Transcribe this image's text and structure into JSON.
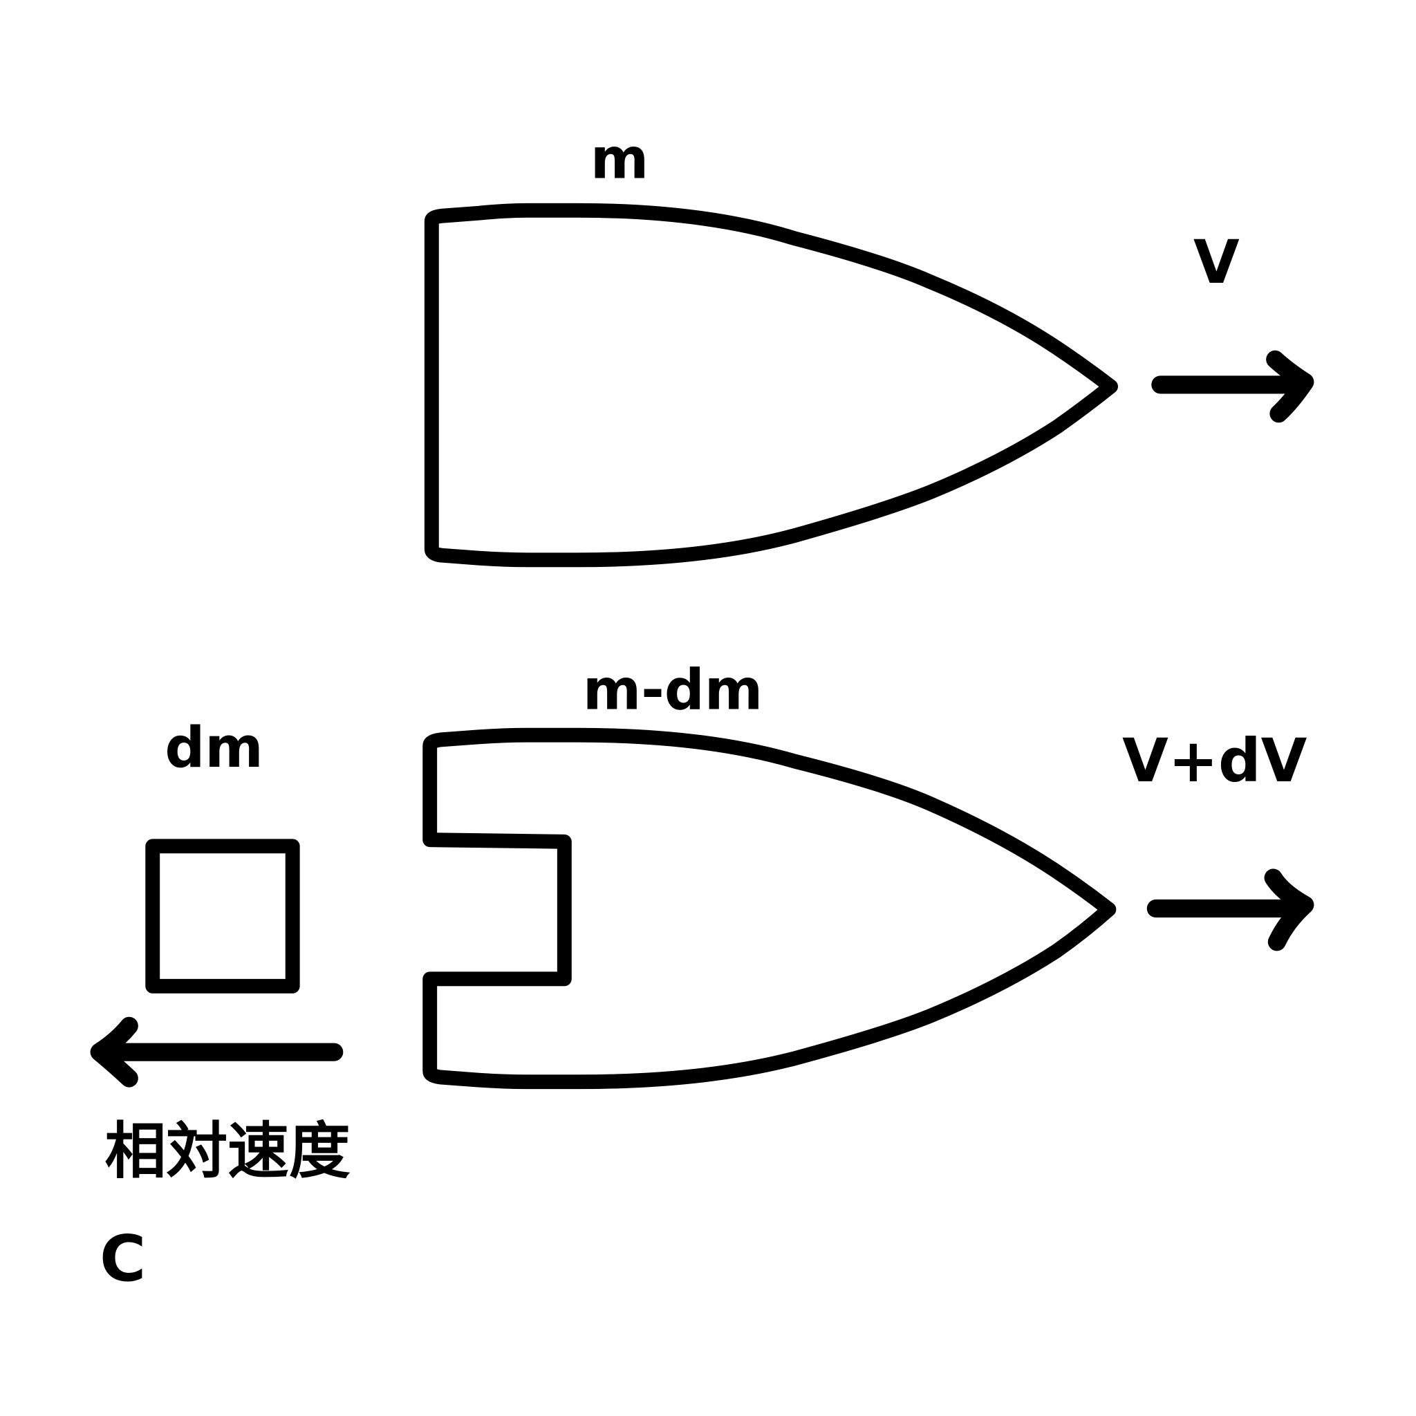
{
  "top": {
    "mass_label": "m",
    "velocity_label": "V"
  },
  "bottom": {
    "rocket_mass_label": "m-dm",
    "ejected_mass_label": "dm",
    "velocity_label": "V+dV",
    "relative_velocity_label": "相対速度",
    "relative_velocity_symbol": "C"
  },
  "colors": {
    "ink": "#000000",
    "background": "#ffffff"
  }
}
